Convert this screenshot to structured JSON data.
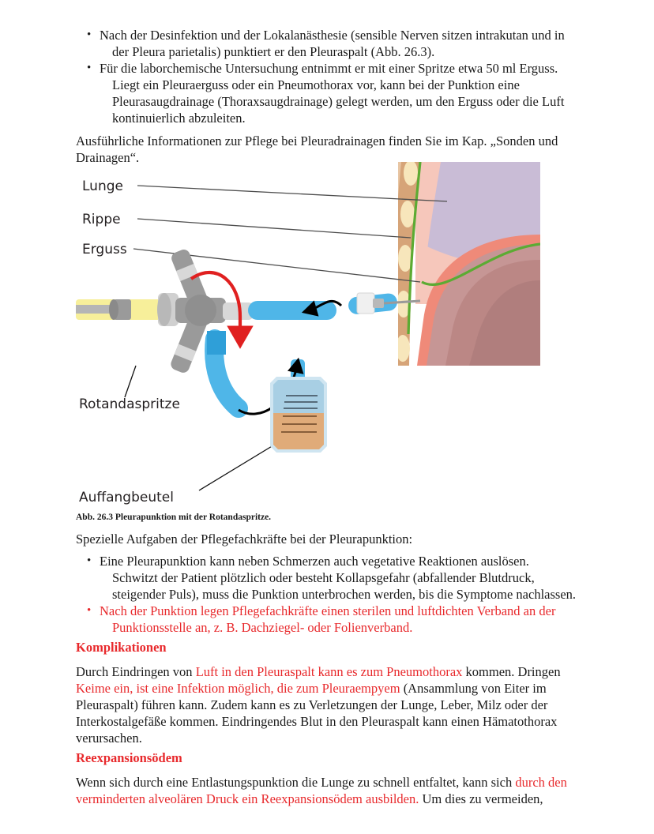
{
  "page": {
    "language": "de",
    "background": "#ffffff",
    "text_color": "#1a1a1a",
    "accent_red": "#e8292c"
  },
  "bullets_top": [
    {
      "line1": "Nach der Desinfektion und der Lokalanästhesie (sensible Nerven sitzen intrakutan und in",
      "line2": "der Pleura parietalis) punktiert er den Pleuraspalt (Abb. 26.3)."
    },
    {
      "line1": "Für die laborchemische Untersuchung entnimmt er mit einer Spritze etwa 50 ml Erguss.",
      "line2": "Liegt ein Pleuraerguss oder ein Pneumothorax vor, kann bei der Punktion eine",
      "line3": "Pleurasaugdrainage (Thoraxsaugdrainage) gelegt werden, um den Erguss oder die Luft",
      "line4": "kontinuierlich abzuleiten."
    }
  ],
  "paragraph_drainagen": {
    "line1": "Ausführliche Informationen zur Pflege bei Pleuradrainagen finden Sie im Kap. „Sonden und",
    "line2": "Drainagen“."
  },
  "figure": {
    "labels": {
      "lunge": "Lunge",
      "rippe": "Rippe",
      "erguss": "Erguss",
      "rotandaspritze": "Rotandaspritze",
      "auffangbeutel": "Auffangbeutel"
    },
    "caption": "Abb. 26.3 Pleurapunktion mit der Rotandaspritze.",
    "colors": {
      "chest_wall": "#d6a478",
      "rib": "#f7e6bb",
      "pleura_line": "#5cab33",
      "effusion": "#f6c7bb",
      "lung": "#c9bcd6",
      "diaphragm_salmon": "#ef8a79",
      "liver_outer": "#c69695",
      "liver_mid": "#bb8785",
      "liver_inner": "#b07e7d",
      "syringe_barrel": "#f7ef9a",
      "syringe_metal": "#b5b5b5",
      "stopcock_gray": "#9a9a9a",
      "stopcock_light": "#d8d8d8",
      "tubing_blue": "#4fb6e8",
      "bag_blue": "#a8cfe4",
      "bag_fluid": "#e0ab79",
      "rotation_arrow": "#e02020",
      "flow_arrow": "#000000",
      "leader_line": "#4d4d4d"
    }
  },
  "paragraph_aufgaben": "Spezielle Aufgaben der Pflegefachkräfte bei der Pleurapunktion:",
  "bullets_tasks": [
    {
      "color": "black",
      "line1": "Eine Pleurapunktion kann neben Schmerzen auch vegetative Reaktionen auslösen.",
      "line2": "Schwitzt der Patient plötzlich oder besteht Kollapsgefahr (abfallender Blutdruck,",
      "line3": "steigender Puls), muss die Punktion unterbrochen werden, bis die Symptome nachlassen."
    },
    {
      "color": "red",
      "line1": "Nach der Punktion legen Pflegefachkräfte einen sterilen und luftdichten Verband an der",
      "line2": "Punktionsstelle an, z. B. Dachziegel- oder Folienverband."
    }
  ],
  "komplikationen": {
    "heading": "Komplikationen",
    "line1_a": "Durch Eindringen von ",
    "line1_red": "Luft in den Pleuraspalt kann es zum Pneumothorax",
    "line1_b": " kommen. Dringen",
    "line2_red": "Keime ein, ist eine Infektion möglich, die zum Pleuraempyem",
    "line2_b": " (Ansammlung von Eiter im",
    "line3": "Pleuraspalt) führen kann. Zudem kann es zu Verletzungen der Lunge, Leber, Milz oder der",
    "line4": "Interkostalgefäße kommen. Eindringendes Blut in den Pleuraspalt kann einen Hämatothorax",
    "line5": "verursachen."
  },
  "reexpansionsoedem": {
    "heading": "Reexpansionsödem",
    "line1_a": "Wenn sich durch eine Entlastungspunktion die Lunge zu schnell entfaltet, kann sich ",
    "line1_red": "durch den",
    "line2_red": "verminderten alveolären Druck ein Reexpansionsödem ausbilden.",
    "line2_b": " Um dies zu vermeiden,"
  }
}
